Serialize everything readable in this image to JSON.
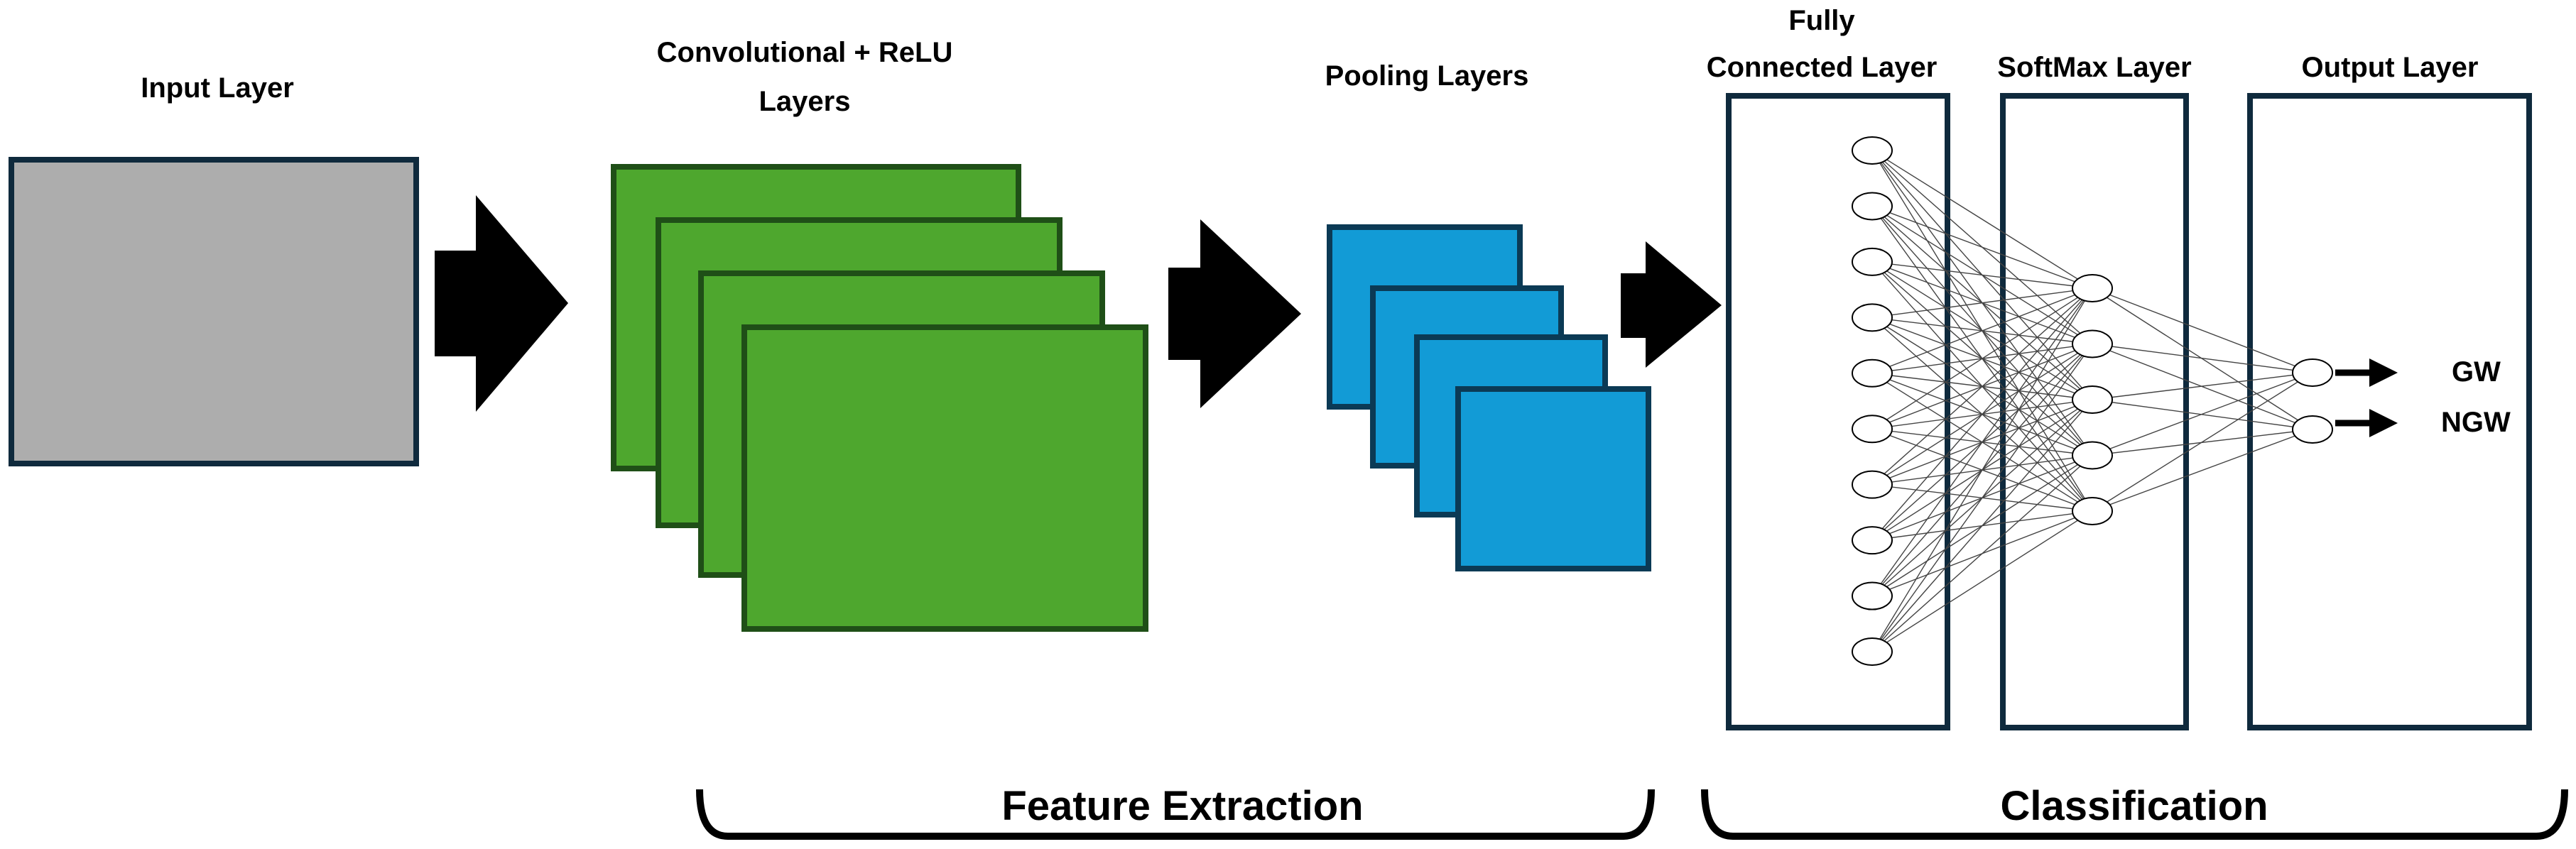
{
  "layers": {
    "input": {
      "title": "Input Layer"
    },
    "conv": {
      "title_line1": "Convolutional + ReLU",
      "title_line2": "Layers"
    },
    "pooling": {
      "title": "Pooling Layers"
    },
    "fully_connected": {
      "title_line1": "Fully",
      "title_line2": "Connected Layer"
    },
    "softmax": {
      "title": "SoftMax Layer"
    },
    "output": {
      "title": "Output Layer"
    }
  },
  "outputs": [
    {
      "label": "GW"
    },
    {
      "label": "NGW"
    }
  ],
  "groups": {
    "feature_extraction": "Feature Extraction",
    "classification": "Classification"
  },
  "network": {
    "fc_neurons": 10,
    "softmax_neurons": 5,
    "output_neurons": 2
  },
  "colors": {
    "input_fill": "#adadad",
    "frame_border": "#0f2a3d",
    "conv_fill": "#4ea72e",
    "conv_border": "#1f4f17",
    "pool_fill": "#129bd6",
    "pool_border": "#0b3a55"
  }
}
